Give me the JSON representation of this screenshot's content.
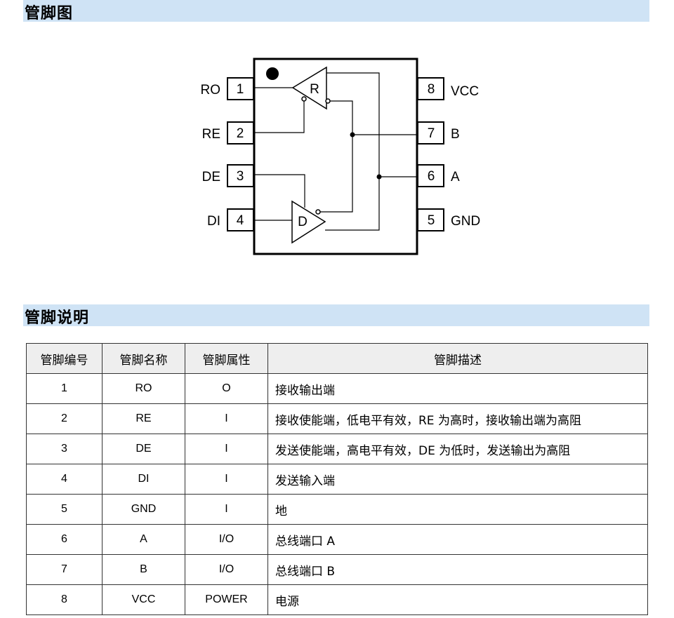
{
  "sections": {
    "pinout_title": "管脚图",
    "description_title": "管脚说明"
  },
  "diagram": {
    "pins_left": [
      {
        "number": "1",
        "name": "RO"
      },
      {
        "number": "2",
        "name": "RE"
      },
      {
        "number": "3",
        "name": "DE"
      },
      {
        "number": "4",
        "name": "DI"
      }
    ],
    "pins_right": [
      {
        "number": "8",
        "name": "VCC"
      },
      {
        "number": "7",
        "name": "B"
      },
      {
        "number": "6",
        "name": "A"
      },
      {
        "number": "5",
        "name": "GND"
      }
    ],
    "receiver_label": "R",
    "driver_label": "D"
  },
  "table": {
    "headers": [
      "管脚编号",
      "管脚名称",
      "管脚属性",
      "管脚描述"
    ],
    "rows": [
      [
        "1",
        "RO",
        "O",
        "接收输出端"
      ],
      [
        "2",
        "RE",
        "I",
        "接收使能端，低电平有效，RE 为高时，接收输出端为高阻"
      ],
      [
        "3",
        "DE",
        "I",
        "发送使能端，高电平有效，DE 为低时，发送输出为高阻"
      ],
      [
        "4",
        "DI",
        "I",
        "发送输入端"
      ],
      [
        "5",
        "GND",
        "I",
        "地"
      ],
      [
        "6",
        "A",
        "I/O",
        "总线端口 A"
      ],
      [
        "7",
        "B",
        "I/O",
        "总线端口 B"
      ],
      [
        "8",
        "VCC",
        "POWER",
        "电源"
      ]
    ]
  }
}
